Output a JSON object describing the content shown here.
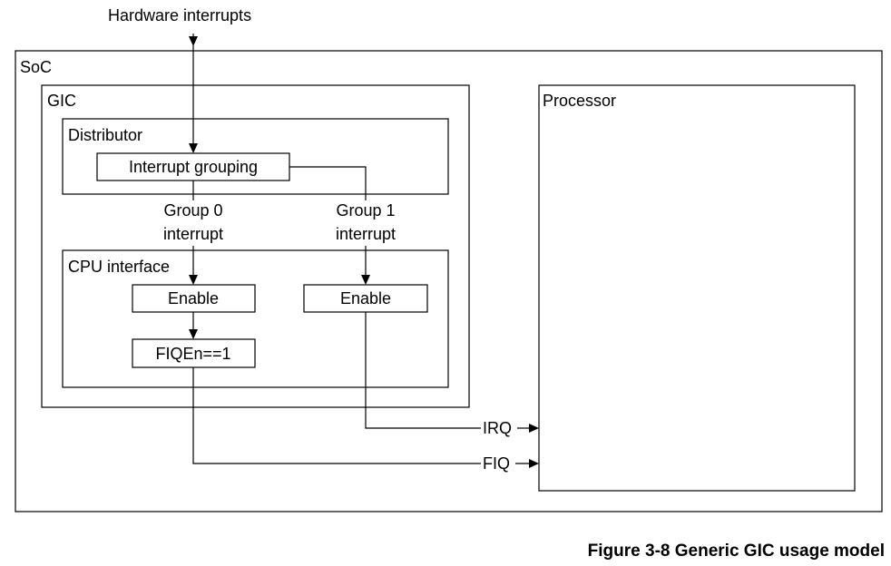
{
  "diagram": {
    "input_label": "Hardware interrupts",
    "soc_label": "SoC",
    "gic_label": "GIC",
    "distributor_label": "Distributor",
    "interrupt_grouping_label": "Interrupt grouping",
    "group0_label_line1": "Group 0",
    "group0_label_line2": "interrupt",
    "group1_label_line1": "Group 1",
    "group1_label_line2": "interrupt",
    "cpu_interface_label": "CPU interface",
    "enable_group0_label": "Enable",
    "enable_group1_label": "Enable",
    "fiqen_label": "FIQEn==1",
    "processor_label": "Processor",
    "irq_label": "IRQ",
    "fiq_label": "FIQ"
  },
  "caption": "Figure 3-8 Generic GIC usage model"
}
